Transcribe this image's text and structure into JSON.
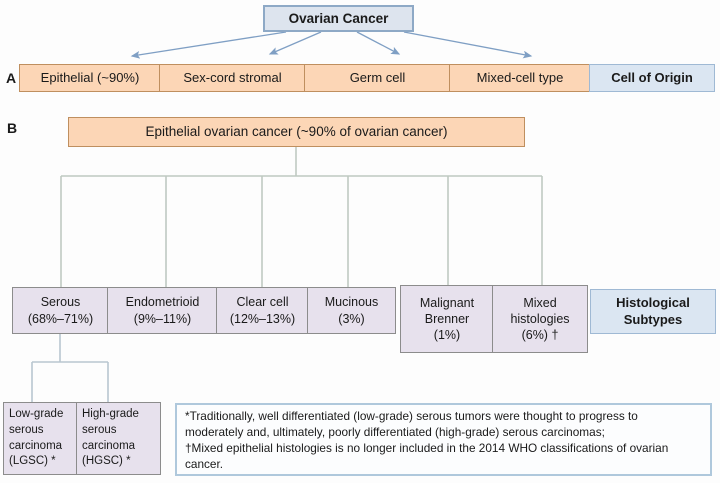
{
  "diagram": {
    "root_label": "Ovarian Cancer",
    "panel_a": "A",
    "panel_b": "B",
    "cell_of_origin_row": {
      "epithelial": "Epithelial (~90%)",
      "sex_cord_stromal": "Sex-cord stromal",
      "germ_cell": "Germ cell",
      "mixed_cell_type": "Mixed-cell type",
      "caption": "Cell of Origin"
    },
    "eoc_header": "Epithelial ovarian cancer (~90% of ovarian cancer)",
    "histological_subtypes": {
      "serous": "Serous\n(68%–71%)",
      "endometrioid": "Endometrioid\n(9%–11%)",
      "clear_cell": "Clear cell\n(12%–13%)",
      "mucinous": "Mucinous\n(3%)",
      "malignant_brenner": "Malignant\nBrenner\n(1%)",
      "mixed_histologies": "Mixed\nhistologies\n(6%) †",
      "caption": "Histological\nSubtypes"
    },
    "serous_grades": {
      "low_grade": "Low-grade\nserous\ncarcinoma\n(LGSC) *",
      "high_grade": "High-grade\nserous\ncarcinoma\n(HGSC) *"
    },
    "footnote": "*Traditionally, well differentiated (low-grade) serous tumors were thought to progress to\nmoderately and, ultimately, poorly differentiated (high-grade) serous carcinomas;\n†Mixed epithelial histologies is no longer included in the 2014 WHO classifications of ovarian\ncancer.",
    "colors": {
      "orange_fill": "#fcd6b6",
      "orange_border": "#bf8f5f",
      "blue_fill": "#dbe6f2",
      "blue_border": "#9fb9d4",
      "lavender_fill": "#e7e1ed",
      "lavender_border": "#8c8c8c",
      "root_fill": "#dde4ee",
      "root_border": "#8ea9c6",
      "connector_line": "#bfc9c2",
      "arrow_line": "#7f9fc4",
      "footnote_border": "#afc8dc"
    }
  }
}
